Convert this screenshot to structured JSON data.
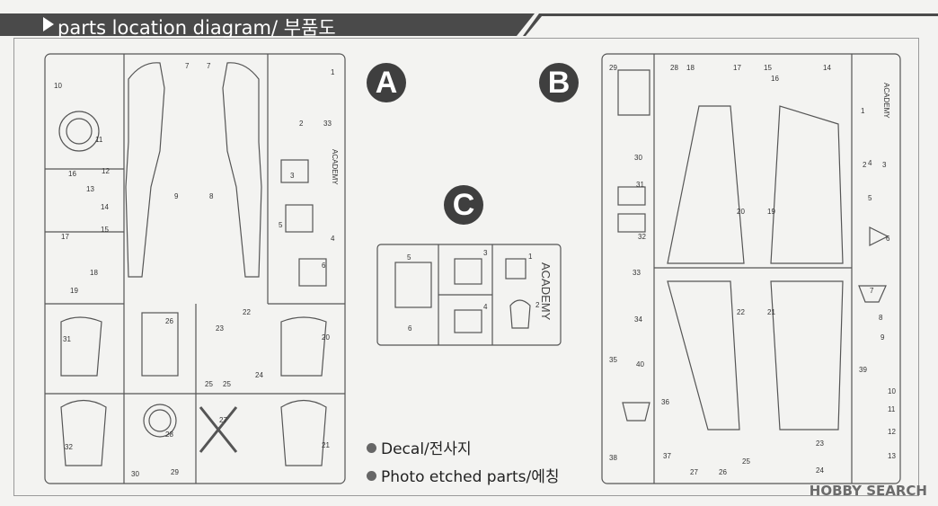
{
  "header": {
    "title": "parts location diagram/ 부품도"
  },
  "sprues": {
    "a": {
      "letter": "A",
      "brand": "ACADEMY"
    },
    "b": {
      "letter": "B",
      "brand": "ACADEMY"
    },
    "c": {
      "letter": "C",
      "brand": "ACADEMY"
    }
  },
  "legend": [
    {
      "label": "Decal/전사지"
    },
    {
      "label": "Photo etched parts/에칭"
    }
  ],
  "watermark": "HOBBY SEARCH",
  "part_numbers": {
    "a": [
      "1",
      "2",
      "3",
      "4",
      "5",
      "6",
      "7",
      "7",
      "8",
      "9",
      "10",
      "11",
      "12",
      "13",
      "14",
      "15",
      "16",
      "17",
      "18",
      "19",
      "20",
      "21",
      "22",
      "23",
      "24",
      "25",
      "25",
      "26",
      "27",
      "28",
      "29",
      "30",
      "31",
      "32",
      "33"
    ],
    "b": [
      "1",
      "2",
      "3",
      "4",
      "5",
      "6",
      "7",
      "8",
      "9",
      "10",
      "11",
      "12",
      "13",
      "14",
      "15",
      "16",
      "17",
      "18",
      "19",
      "20",
      "21",
      "22",
      "23",
      "24",
      "25",
      "26",
      "27",
      "28",
      "29",
      "30",
      "31",
      "32",
      "33",
      "34",
      "35",
      "36",
      "37",
      "38",
      "39",
      "40"
    ],
    "c": [
      "1",
      "2",
      "3",
      "4",
      "5",
      "6"
    ]
  },
  "colors": {
    "header": "#4a4a4a",
    "ink": "#555555",
    "paper": "#f3f3f1",
    "badge": "#3f3f3f"
  }
}
